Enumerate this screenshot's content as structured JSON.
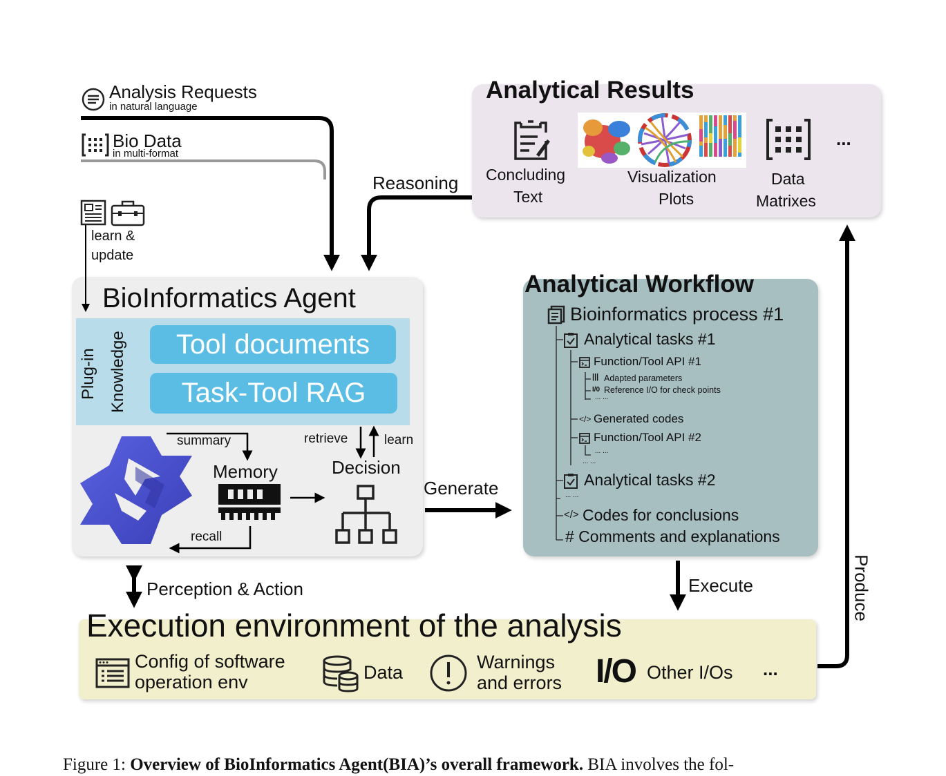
{
  "inputs": {
    "analysis_title": "Analysis Requests",
    "analysis_sub": "in natural language",
    "bio_title": "Bio Data",
    "bio_sub": "in multi-format",
    "learn_line1": "learn &",
    "learn_line2": "update"
  },
  "agent": {
    "title": "BioInformatics Agent",
    "plugin_line1": "Plug-in",
    "plugin_line2": "Knowledge",
    "tool_documents": "Tool documents",
    "task_tool_rag": "Task-Tool RAG",
    "summary": "summary",
    "memory": "Memory",
    "recall": "recall",
    "retrieve": "retrieve",
    "learn": "learn",
    "decision": "Decision"
  },
  "results": {
    "title": "Analytical  Results",
    "concluding_line1": "Concluding",
    "concluding_line2": "Text",
    "viz_line1": "Visualization",
    "viz_line2": "Plots",
    "data_line1": "Data",
    "data_line2": "Matrixes",
    "more": "..."
  },
  "edges": {
    "reasoning": "Reasoning",
    "generate": "Generate",
    "execute": "Execute",
    "produce": "Produce",
    "perception": "Perception & Action"
  },
  "workflow": {
    "title": "Analytical  Workflow",
    "process": "Bioinformatics process #1",
    "task1": "Analytical tasks #1",
    "api1": "Function/Tool API #1",
    "adapted": "Adapted parameters",
    "reference": "Reference I/O for check points",
    "dots_small": "... ...",
    "generated": "Generated codes",
    "api2": "Function/Tool API #2",
    "task2": "Analytical tasks #2",
    "codes": "Codes for conclusions",
    "comments": "# Comments and explanations"
  },
  "environment": {
    "title": "Execution environment of the analysis",
    "config_line1": "Config of software",
    "config_line2": "operation env",
    "data": "Data",
    "warn_line1": "Warnings",
    "warn_line2": "and errors",
    "io_symbol": "I/O",
    "other": "Other I/Os",
    "more": "..."
  },
  "caption": {
    "prefix": "Figure 1:",
    "bold": "Overview of BioInformatics Agent(BIA)’s overall framework.",
    "rest": "BIA involves the fol-"
  },
  "colors": {
    "agent_bg": "#eeeeee",
    "plugin_bg": "#b8dcea",
    "button": "#5bbde4",
    "results_bg": "#ece5ee",
    "workflow_bg": "#a8bfc1",
    "env_bg": "#f2f0cc",
    "logo": "#4b52cf"
  }
}
